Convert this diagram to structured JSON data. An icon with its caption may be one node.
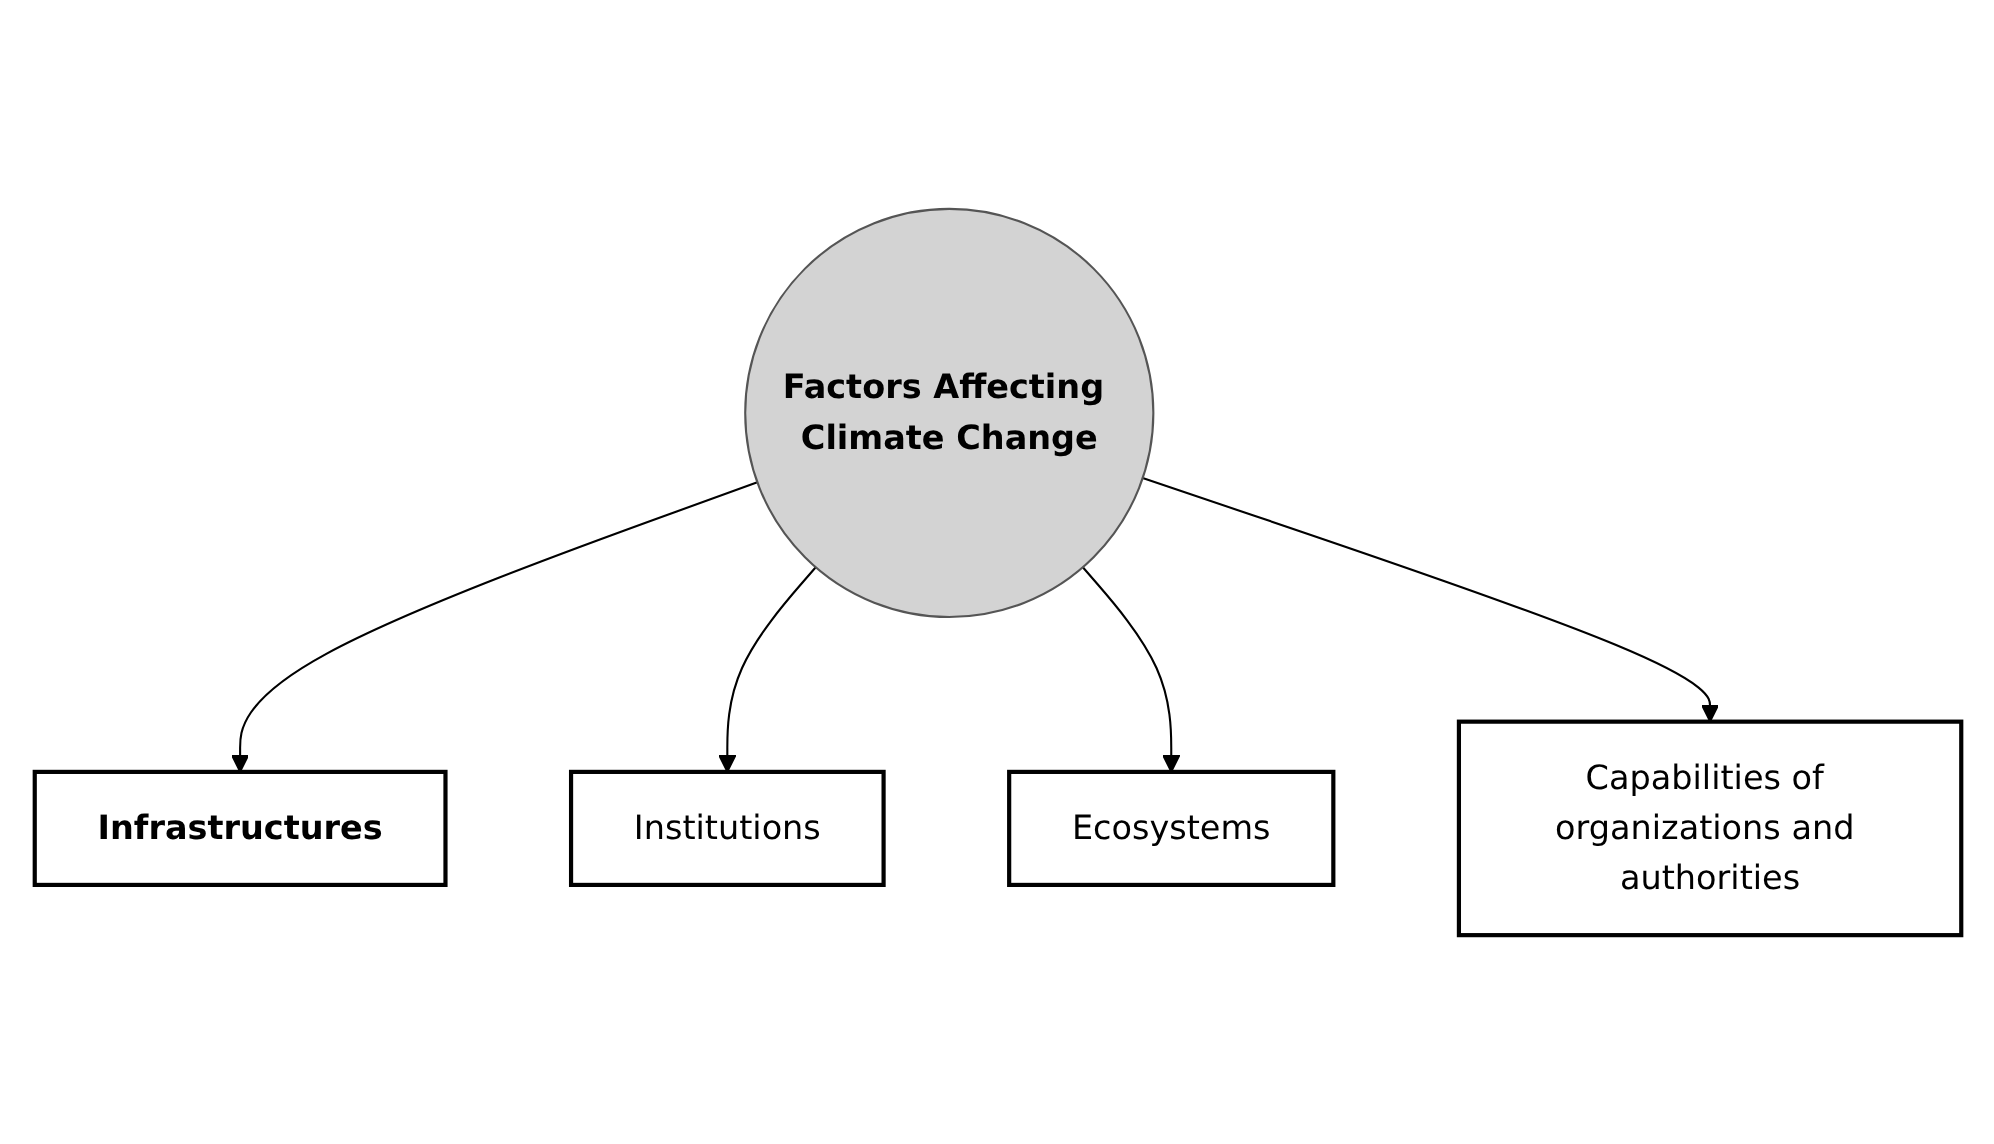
{
  "diagram": {
    "nodes": [
      {
        "text": [
          "Infrastructures"
        ]
      },
      {
        "text": [
          "Institutions"
        ]
      },
      {
        "text": [
          "Factors Affecting Climate Change"
        ]
      },
      {
        "text": [
          "Ecosystems"
        ]
      },
      {
        "text": [
          "Capabilities of organizations and authorities"
        ]
      }
    ],
    "edges": [
      {
        "from": 2,
        "to": 0,
        "arrow": "to"
      },
      {
        "from": 2,
        "to": 1,
        "arrow": "to"
      },
      {
        "from": 2,
        "to": 3,
        "arrow": "to"
      },
      {
        "from": 2,
        "to": 4,
        "arrow": "to"
      }
    ]
  }
}
